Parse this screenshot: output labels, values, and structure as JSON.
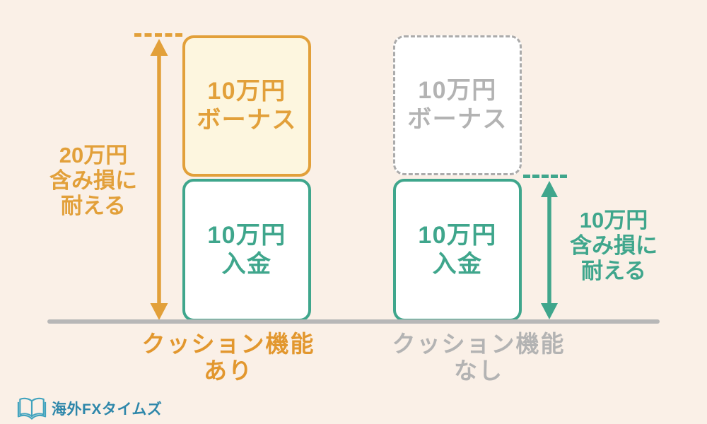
{
  "colors": {
    "background": "#FAF0E7",
    "orange": "#E2A03A",
    "orange_box_fill": "#FDF6DF",
    "teal": "#3FA68C",
    "gray_dashed": "#ABABAB",
    "gray_text": "#B3B3B3",
    "baseline_gray": "#B7B7B7",
    "logo_blue": "#2E87AA",
    "box_white": "#FFFFFF"
  },
  "diagram": {
    "left": {
      "bonus_box": {
        "lines": [
          "10万円",
          "ボーナス"
        ]
      },
      "deposit_box": {
        "lines": [
          "10万円",
          "入金"
        ]
      },
      "measure": {
        "lines": [
          "20万円",
          "含み損に",
          "耐える"
        ]
      },
      "label": {
        "lines": [
          "クッション機能",
          "あり"
        ]
      }
    },
    "right": {
      "bonus_box": {
        "lines": [
          "10万円",
          "ボーナス"
        ]
      },
      "deposit_box": {
        "lines": [
          "10万円",
          "入金"
        ]
      },
      "measure": {
        "lines": [
          "10万円",
          "含み損に",
          "耐える"
        ]
      },
      "label": {
        "lines": [
          "クッション機能",
          "なし"
        ]
      }
    }
  },
  "footer": {
    "brand": "海外FXタイムズ",
    "logo_icon": "open-book-icon"
  }
}
